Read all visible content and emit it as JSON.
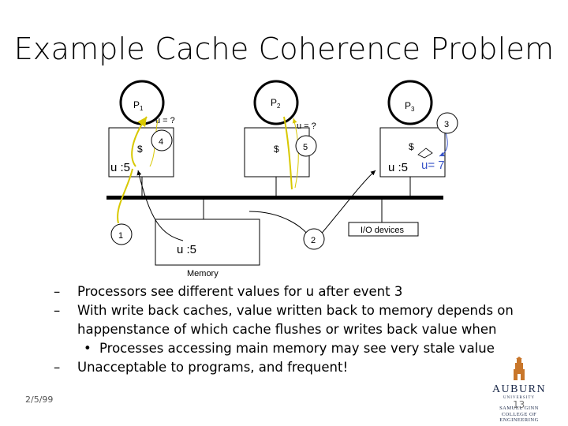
{
  "slide": {
    "title": "Example Cache Coherence Problem",
    "date": "2/5/99",
    "slide_number": "13"
  },
  "diagram": {
    "processors": [
      {
        "label": "P",
        "sub": "1",
        "cache_label": "$"
      },
      {
        "label": "P",
        "sub": "2",
        "cache_label": "$"
      },
      {
        "label": "P",
        "sub": "3",
        "cache_label": "$"
      }
    ],
    "events": [
      "1",
      "2",
      "3",
      "4",
      "5"
    ],
    "reads": [
      "u = ?",
      "u = ?"
    ],
    "cache_values": [
      "u :5",
      "u :5"
    ],
    "write_value": "u= 7",
    "memory_value": "u :5",
    "memory_label": "Memory",
    "io_label": "I/O devices"
  },
  "bullets": [
    {
      "level": 1,
      "marker": "–",
      "text": "Processors see different values for u after event 3"
    },
    {
      "level": 1,
      "marker": "–",
      "text": "With write back caches, value written back to memory depends on happenstance of which cache flushes or writes back value when"
    },
    {
      "level": 2,
      "marker": "•",
      "text": "Processes accessing main memory may see very stale value"
    },
    {
      "level": 1,
      "marker": "–",
      "text": "Unacceptable to programs, and frequent!"
    }
  ],
  "logo": {
    "name": "AUBURN",
    "sub": "UNIVERSITY",
    "line1": "SAMUEL GINN",
    "line2": "COLLEGE OF ENGINEERING"
  },
  "colors": {
    "accent_yellow": "#f2e200",
    "arrow_blue": "#3a55c8"
  }
}
